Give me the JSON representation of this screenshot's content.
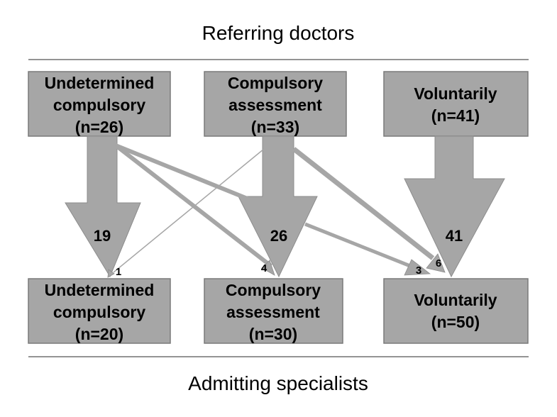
{
  "header": {
    "title": "Referring doctors"
  },
  "footer": {
    "title": "Admitting specialists"
  },
  "top_boxes": [
    {
      "line1": "Undetermined",
      "line2": "compulsory",
      "line3": "(n=26)"
    },
    {
      "line1": "Compulsory",
      "line2": "assessment",
      "line3": "(n=33)"
    },
    {
      "line1": "Voluntarily",
      "line2": "(n=41)"
    }
  ],
  "bottom_boxes": [
    {
      "line1": "Undetermined",
      "line2": "compulsory",
      "line3": "(n=20)"
    },
    {
      "line1": "Compulsory",
      "line2": "assessment",
      "line3": "(n=30)"
    },
    {
      "line1": "Voluntarily",
      "line2": "(n=50)"
    }
  ],
  "main_flows": [
    {
      "from": 0,
      "to": 0,
      "count": "19"
    },
    {
      "from": 1,
      "to": 1,
      "count": "26"
    },
    {
      "from": 2,
      "to": 2,
      "count": "41"
    }
  ],
  "cross_flows": [
    {
      "from": 0,
      "to": 1,
      "count": "4"
    },
    {
      "from": 0,
      "to": 2,
      "count": "3"
    },
    {
      "from": 1,
      "to": 0,
      "count": "1"
    },
    {
      "from": 1,
      "to": 2,
      "count": "6"
    }
  ]
}
